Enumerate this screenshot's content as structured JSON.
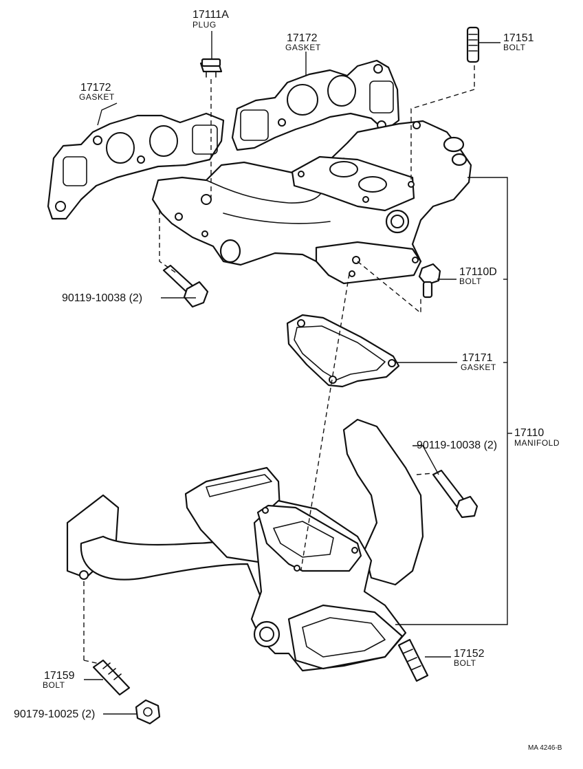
{
  "callouts": {
    "plug": {
      "number": "17111A",
      "name": "PLUG"
    },
    "gasket_top_center": {
      "number": "17172",
      "name": "GASKET"
    },
    "gasket_top_left": {
      "number": "17172",
      "name": "GASKET"
    },
    "bolt_17151": {
      "number": "17151",
      "name": "BOLT"
    },
    "bolt_17110d": {
      "number": "17110D",
      "name": "BOLT"
    },
    "bolt_90119_upper": {
      "number": "90119-10038 (2)"
    },
    "gasket_middle": {
      "number": "17171",
      "name": "GASKET"
    },
    "manifold": {
      "number": "17110",
      "name": "MANIFOLD"
    },
    "bolt_90119_lower": {
      "number": "90119-10038 (2)"
    },
    "bolt_17159": {
      "number": "17159",
      "name": "BOLT"
    },
    "nut_90179": {
      "number": "90179-10025 (2)"
    },
    "bolt_17152": {
      "number": "17152",
      "name": "BOLT"
    }
  },
  "drawing_code": "MA  4246-B"
}
